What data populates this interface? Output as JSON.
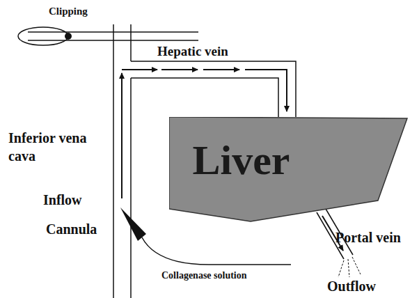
{
  "diagram": {
    "nodes": [
      {
        "text": [
          "Liver"
        ]
      }
    ],
    "labels": [
      "Clipping",
      "Hepatic vein",
      "Inferior vena cava",
      "Inflow",
      "Cannula",
      "Collagenase solution",
      "Portal vein",
      "Outflow"
    ]
  }
}
